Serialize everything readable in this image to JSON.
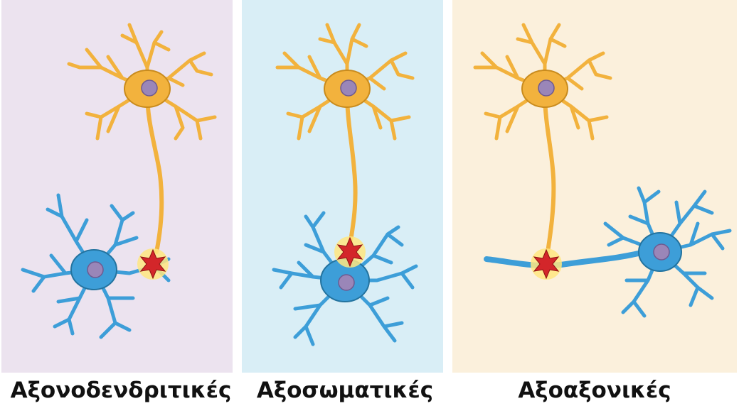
{
  "colors": {
    "panel1_bg": "#ece3ef",
    "panel2_bg": "#d9eef6",
    "panel3_bg": "#fbf0dc",
    "presynaptic_neuron": "#f2b23d",
    "presynaptic_outline": "#c98b1d",
    "postsynaptic_neuron": "#3d9ed8",
    "postsynaptic_outline": "#23739f",
    "nucleus": "#9a86b8",
    "synapse": "#d3262a",
    "synapse_glow": "#ffe680"
  },
  "panels": [
    {
      "caption": "Αξονοδενδριτικές"
    },
    {
      "caption": "Αξοσωματικές"
    },
    {
      "caption": "Αξοαξονικές"
    }
  ]
}
